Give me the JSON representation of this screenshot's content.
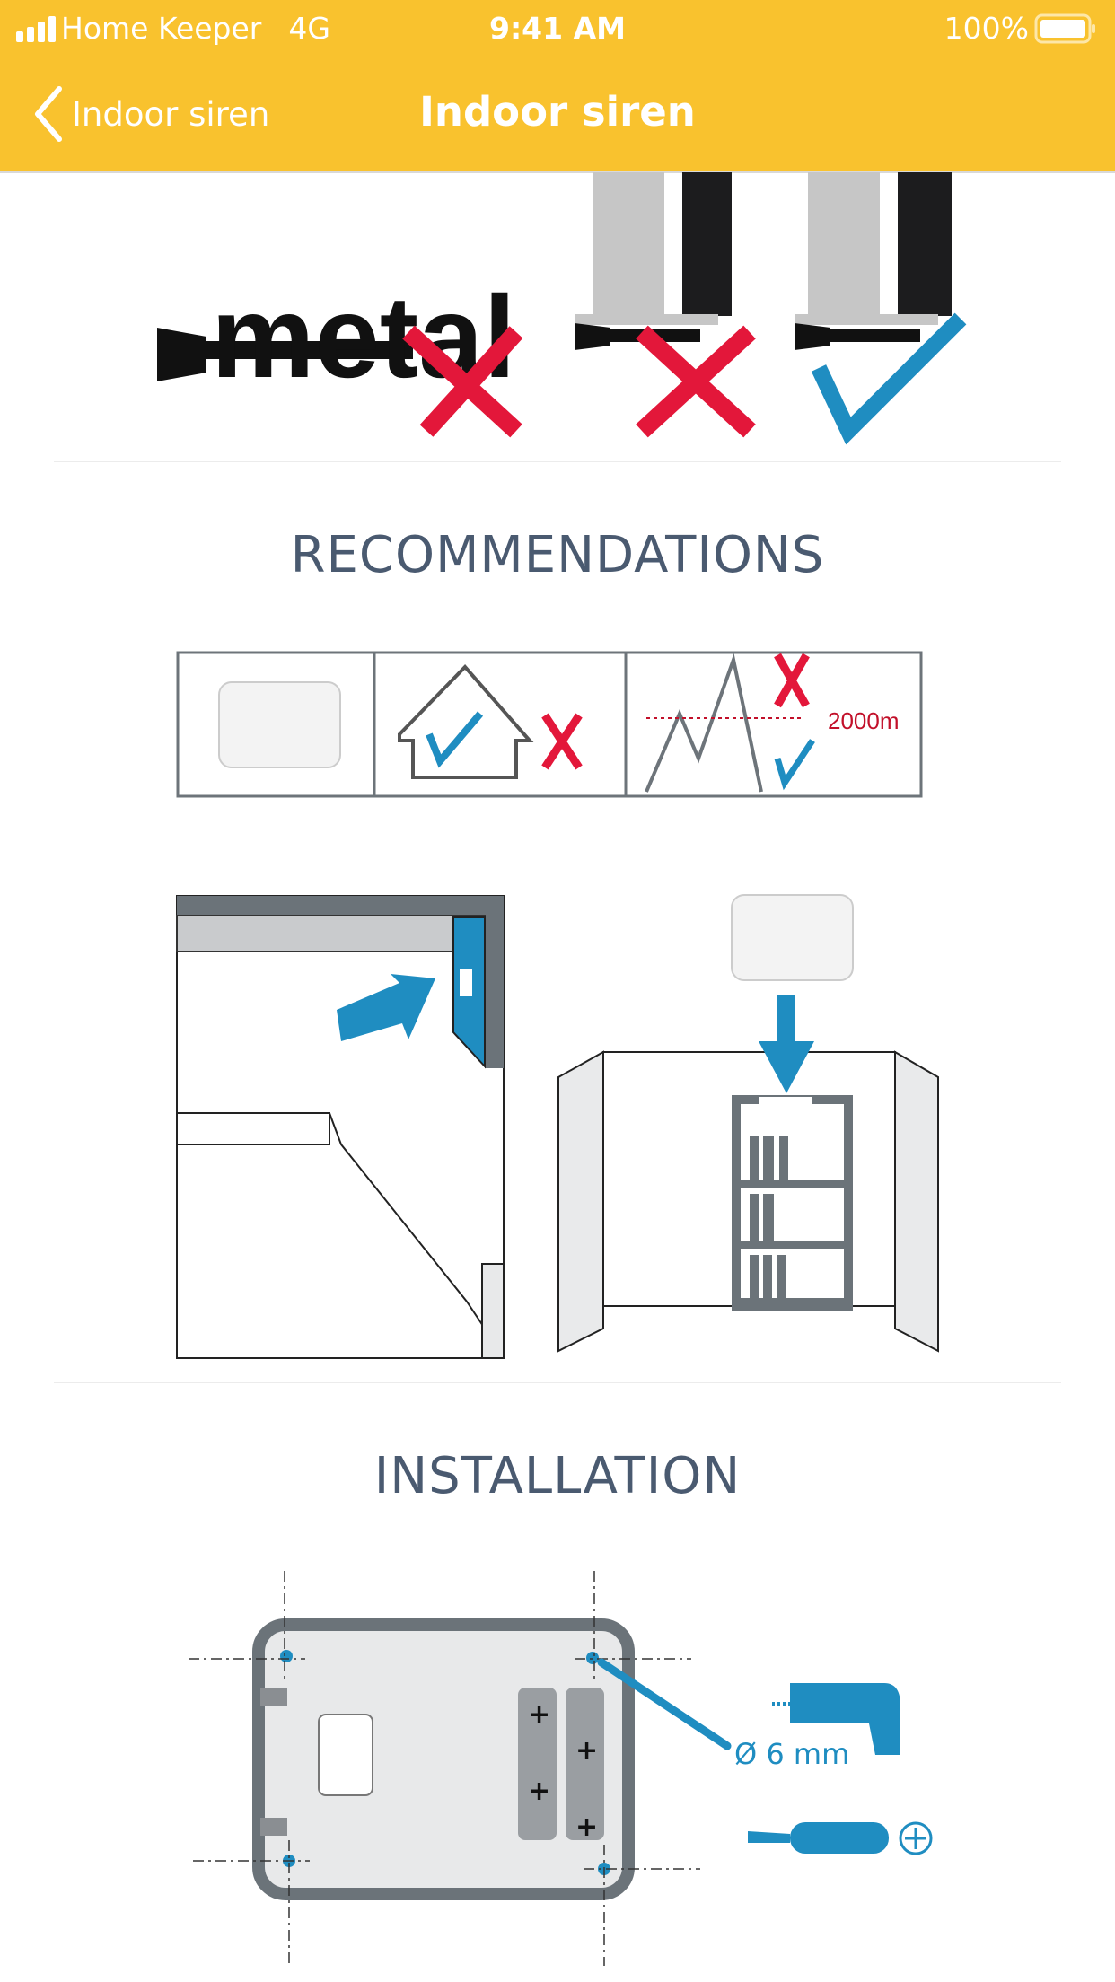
{
  "status_bar": {
    "carrier": "Home Keeper",
    "network": "4G",
    "time": "9:41 AM",
    "battery": "100%"
  },
  "nav": {
    "back_label": "Indoor siren",
    "title": "Indoor siren"
  },
  "top_illustration": {
    "metal_word": "metal"
  },
  "recommendations": {
    "title": "RECOMMENDATIONS",
    "altitude_label": "2000m"
  },
  "installation": {
    "title": "INSTALLATION",
    "drill_size": "Ø 6 mm"
  },
  "colors": {
    "header": "#F9C22E",
    "accent_blue": "#1f8dc1",
    "cross_red": "#e3173a",
    "heading": "#4a5a70"
  }
}
